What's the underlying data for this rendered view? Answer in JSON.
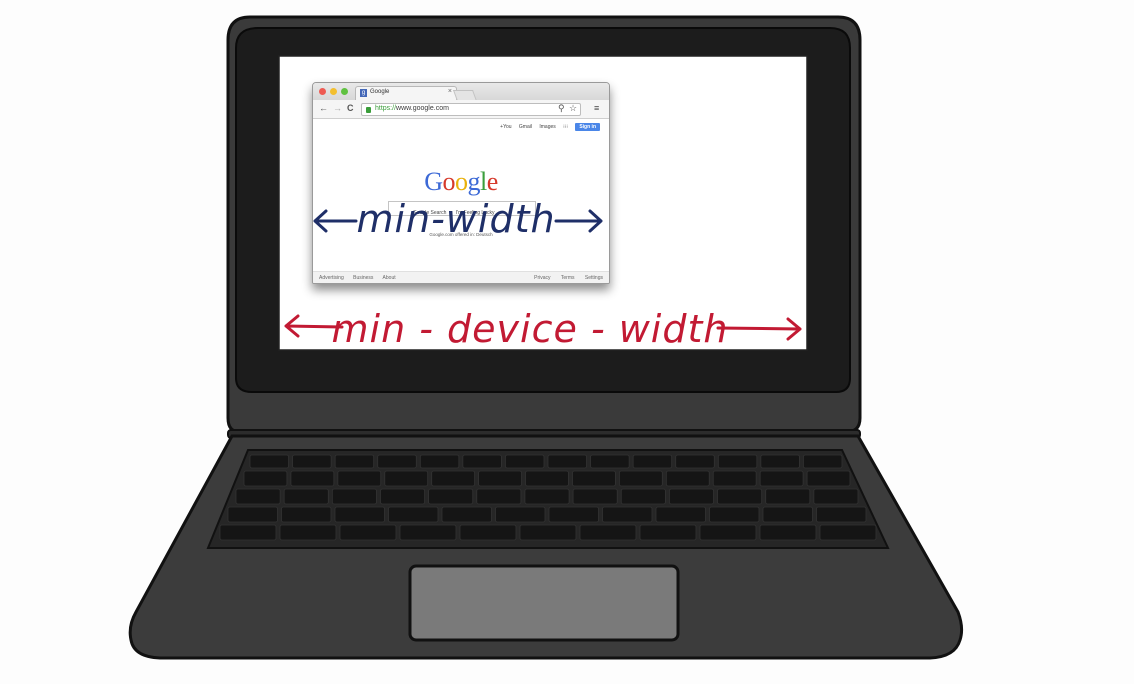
{
  "colors": {
    "background": "#fdfdfd",
    "laptop_body": "#3a3a3a",
    "screen_bezel": "#1c1c1c",
    "screen": "#ffffff",
    "trackpad": "#7a7a7a",
    "annotation_min_width": "#1f2f68",
    "annotation_min_device_width": "#c21a33"
  },
  "browser": {
    "tab_title": "Google",
    "favicon_letter": "g",
    "close_glyph": "×",
    "back_icon": "back-arrow-icon",
    "back_glyph": "←",
    "forward_glyph": "→",
    "reload_glyph": "C",
    "url_scheme": "https://",
    "url_host": "www.google.com",
    "search_glyph": "⚲",
    "star_glyph": "☆",
    "menu_glyph": "≡",
    "gbar_links": [
      "+You",
      "Gmail",
      "Images",
      "⁝⁝⁝"
    ],
    "sign_in": "Sign in",
    "logo_letters": [
      "G",
      "o",
      "o",
      "g",
      "l",
      "e"
    ],
    "logo_colors": [
      "#3c69d6",
      "#d6392b",
      "#e9b10c",
      "#3c69d6",
      "#3a9e3c",
      "#d6392b"
    ],
    "search_buttons": [
      "Google Search",
      "I'm Feeling Lucky"
    ],
    "language_line": "Google.com offered in: Deutsch",
    "footer_left": [
      "Advertising",
      "Business",
      "About"
    ],
    "footer_right": [
      "Privacy",
      "Terms",
      "Settings"
    ]
  },
  "annotations": {
    "min_width": "min-width",
    "min_device_width": "min - device - width"
  }
}
